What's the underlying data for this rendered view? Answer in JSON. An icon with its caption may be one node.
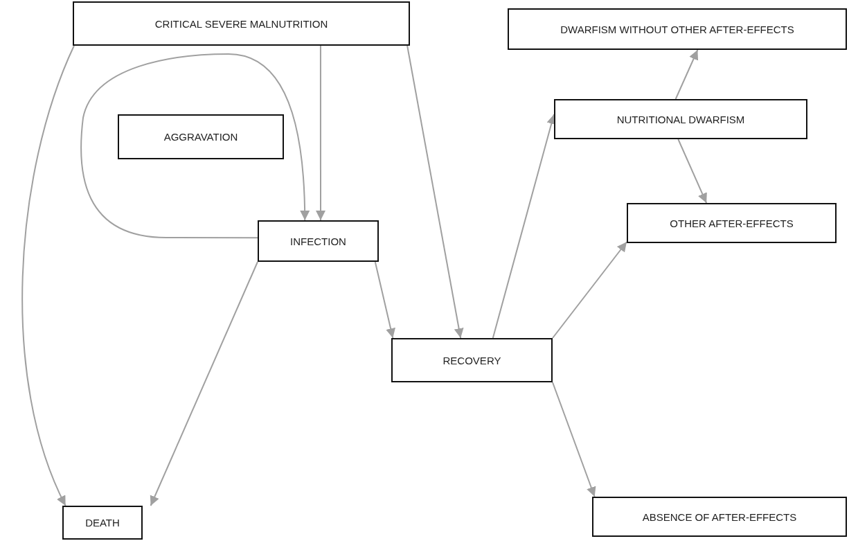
{
  "diagram": {
    "nodes": [
      {
        "text": [
          "CRITICAL SEVERE MALNUTRITION"
        ]
      },
      {
        "text": [
          "AGGRAVATION"
        ]
      },
      {
        "text": [
          "INFECTION"
        ]
      },
      {
        "text": [
          "RECOVERY"
        ]
      },
      {
        "text": [
          "DEATH"
        ]
      },
      {
        "text": [
          "DWARFISM WITHOUT OTHER AFTER-EFFECTS"
        ]
      },
      {
        "text": [
          "NUTRITIONAL DWARFISM"
        ]
      },
      {
        "text": [
          "OTHER AFTER-EFFECTS"
        ]
      },
      {
        "text": [
          "ABSENCE OF AFTER-EFFECTS"
        ]
      }
    ],
    "edges": [
      {
        "from": 0,
        "to": 4,
        "arrow": "to"
      },
      {
        "from": 0,
        "to": 2,
        "arrow": "to"
      },
      {
        "from": 2,
        "to": 2,
        "arrow": "to"
      },
      {
        "from": 0,
        "to": 3,
        "arrow": "to"
      },
      {
        "from": 2,
        "to": 3,
        "arrow": "to"
      },
      {
        "from": 2,
        "to": 4,
        "arrow": "to"
      },
      {
        "from": 3,
        "to": 6,
        "arrow": "to"
      },
      {
        "from": 6,
        "to": 5,
        "arrow": "to"
      },
      {
        "from": 6,
        "to": 7,
        "arrow": "to"
      },
      {
        "from": 3,
        "to": 7,
        "arrow": "to"
      },
      {
        "from": 3,
        "to": 8,
        "arrow": "to"
      }
    ]
  }
}
